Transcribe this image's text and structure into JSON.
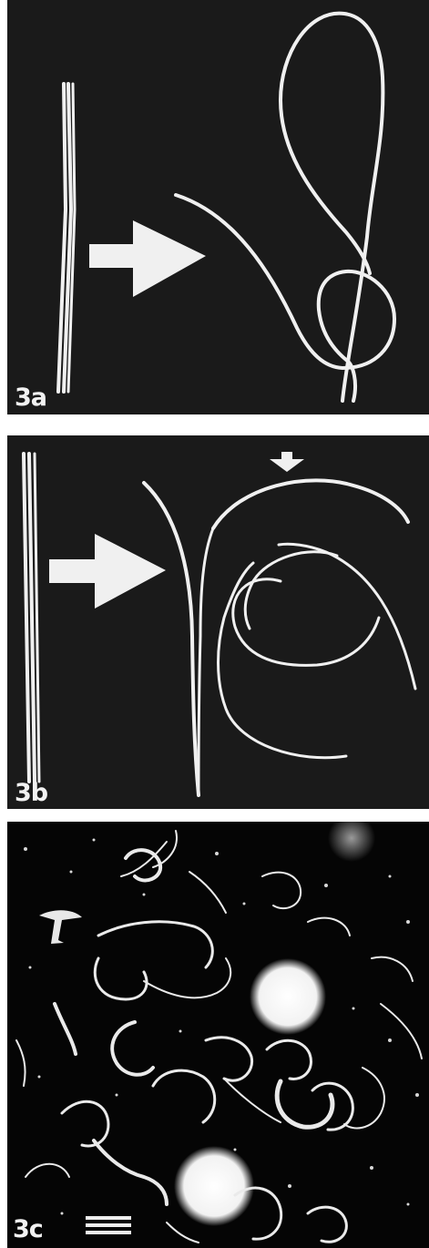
{
  "figure": {
    "panels": [
      {
        "id": "a",
        "label": "3a"
      },
      {
        "id": "b",
        "label": "3b"
      },
      {
        "id": "c",
        "label": "3c"
      }
    ]
  },
  "colors": {
    "background": "#1a1a1a",
    "filament": "#f0f0f0",
    "figure_border": "#ffffff"
  },
  "icons": [
    "arrow-right-icon",
    "arrow-down-icon",
    "scale-bar-icon"
  ]
}
